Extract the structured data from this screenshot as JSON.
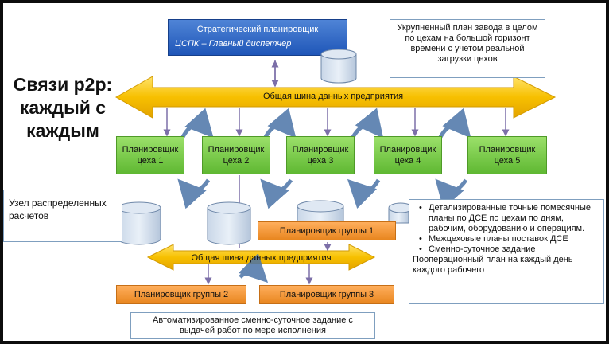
{
  "title": "Связи p2p: каждый с каждым",
  "strategic": {
    "title": "Стратегический планировщик",
    "subtitle": "ЦСПК – Главный диспетчер"
  },
  "note_top": "Укрупненный  план завода в целом  по цехам на большой горизонт времени с учетом реальной загрузки цехов",
  "bus_top": "Общая шина данных предприятия",
  "shops": [
    {
      "line1": "Планировщик",
      "line2": "цеха 1"
    },
    {
      "line1": "Планировщик",
      "line2": "цеха 2"
    },
    {
      "line1": "Планировщик",
      "line2": "цеха 3"
    },
    {
      "line1": "Планировщик",
      "line2": "цеха 4"
    },
    {
      "line1": "Планировщик",
      "line2": "цеха 5"
    }
  ],
  "note_left": "Узел распределенных расчетов",
  "group1": "Планировщик группы 1",
  "bus_bottom": "Общая шина данных предприятия",
  "group2": "Планировщик группы 2",
  "group3": "Планировщик  группы 3",
  "note_bottom": "Автоматизированное  сменно-суточное задание с выдачей работ по мере исполнения",
  "note_right": {
    "items": [
      "Детализированные точные помесячные планы по ДСЕ по цехам по дням, рабочим, оборудованию  и операциям.",
      "Межцеховые планы поставок ДСЕ",
      "Сменно-суточное задание"
    ],
    "tail": "Пооперационный план на каждый день каждого рабочего"
  },
  "colors": {
    "bus": "#f5b800",
    "green": "#6cc23a",
    "orange": "#f09a3a",
    "blue": "#2a63c4"
  }
}
